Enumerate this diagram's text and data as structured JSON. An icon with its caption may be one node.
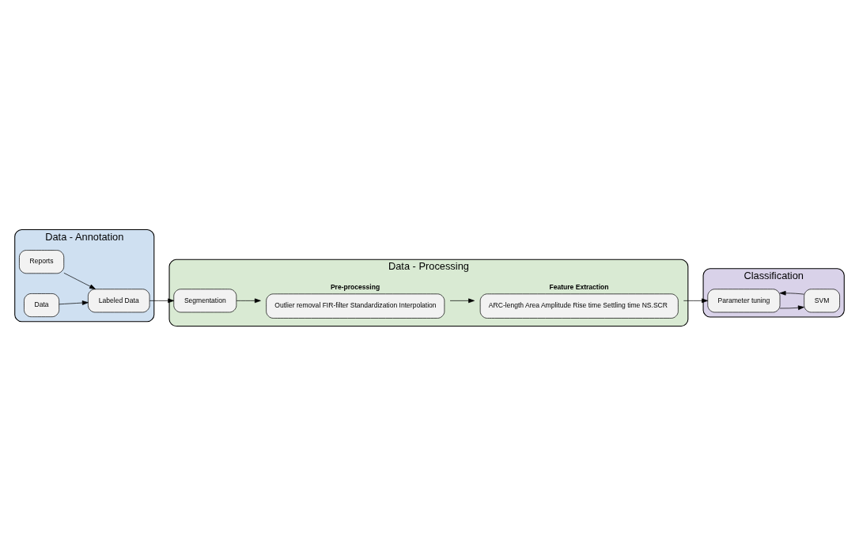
{
  "diagram": {
    "nodes": [
      {
        "text": [
          "Data - Annotation"
        ]
      },
      {
        "text": [
          "Reports"
        ],
        "in": 0
      },
      {
        "text": [
          "Data"
        ],
        "in": 0
      },
      {
        "text": [
          "Labeled Data"
        ],
        "in": 0
      },
      {
        "text": [
          "Data - Processing"
        ]
      },
      {
        "text": [
          "Segmentation"
        ],
        "in": 4
      },
      {
        "text": [
          "Pre-processing",
          "Outlier removal FIR-filter Standardization Interpolation"
        ],
        "in": 4
      },
      {
        "text": [
          "Feature Extraction",
          "ARC-length Area Amplitude Rise time Settling time NS.SCR"
        ],
        "in": 4
      },
      {
        "text": [
          "Classification"
        ]
      },
      {
        "text": [
          "Parameter tuning"
        ],
        "in": 8
      },
      {
        "text": [
          "SVM"
        ],
        "in": 8
      }
    ],
    "edges": [
      {
        "from": 1,
        "to": 3,
        "arrow": "to"
      },
      {
        "from": 2,
        "to": 3,
        "arrow": "to"
      },
      {
        "from": 3,
        "to": 5,
        "arrow": "to"
      },
      {
        "from": 5,
        "to": 6,
        "arrow": "to"
      },
      {
        "from": 6,
        "to": 7,
        "arrow": "to"
      },
      {
        "from": 7,
        "to": 9,
        "arrow": "to"
      },
      {
        "from": 9,
        "to": 10,
        "arrow": "to"
      },
      {
        "from": 10,
        "to": 9,
        "arrow": "to"
      }
    ]
  }
}
